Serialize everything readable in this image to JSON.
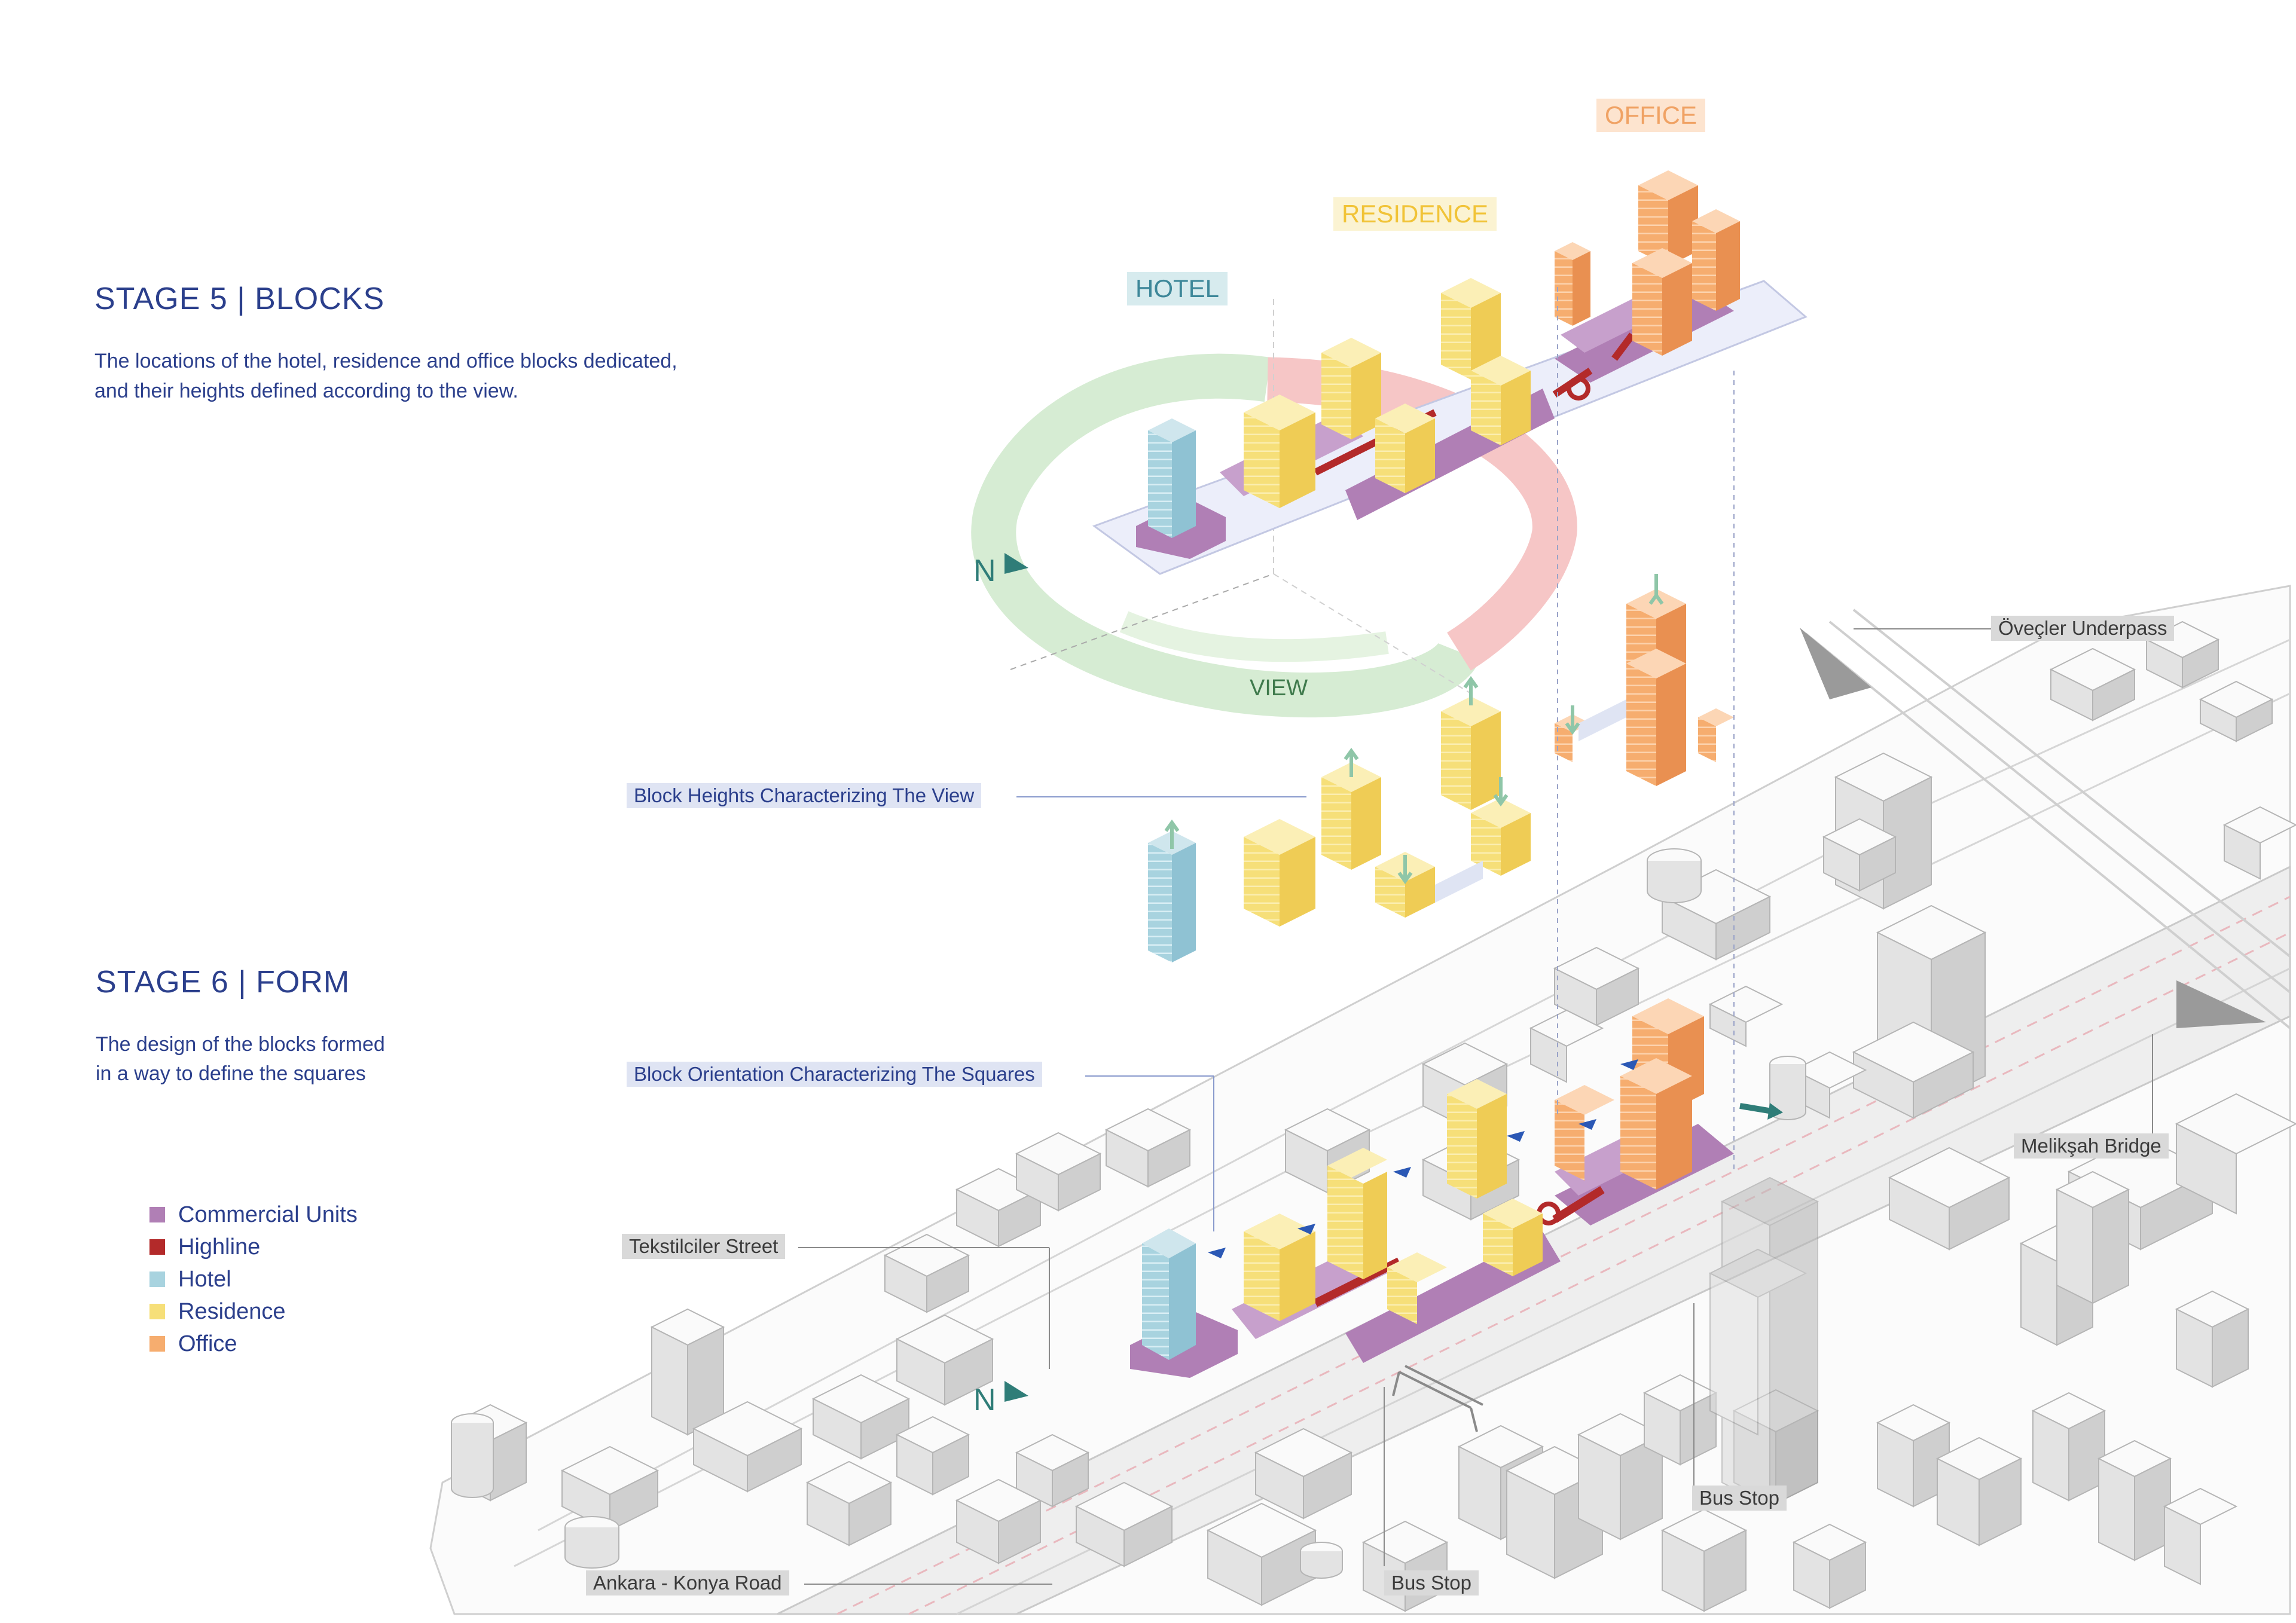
{
  "stage5": {
    "title": "STAGE 5 | BLOCKS",
    "desc_line1": "The locations of the hotel, residence and office blocks dedicated,",
    "desc_line2": "and their heights defined according to the view."
  },
  "stage6": {
    "title": "STAGE 6 | FORM",
    "desc_line1": "The design of the blocks formed",
    "desc_line2": "in a way to define the squares"
  },
  "block_tags": {
    "hotel": "HOTEL",
    "residence": "RESIDENCE",
    "office": "OFFICE"
  },
  "compass": {
    "north": "N",
    "view": "VIEW"
  },
  "callouts": {
    "heights": "Block Heights Characterizing The View",
    "orientation": "Block Orientation Characterizing The Squares"
  },
  "place_labels": {
    "underpass": "Öveçler Underpass",
    "bridge": "Melikşah Bridge",
    "street": "Tekstilciler Street",
    "road": "Ankara - Konya Road",
    "bus_stop_1": "Bus Stop",
    "bus_stop_2": "Bus Stop"
  },
  "legend": [
    {
      "label": "Commercial Units",
      "color": "#b07fb5"
    },
    {
      "label": "Highline",
      "color": "#b32a2a"
    },
    {
      "label": "Hotel",
      "color": "#a8d3df"
    },
    {
      "label": "Residence",
      "color": "#f6df79"
    },
    {
      "label": "Office",
      "color": "#f6ad6f"
    }
  ]
}
